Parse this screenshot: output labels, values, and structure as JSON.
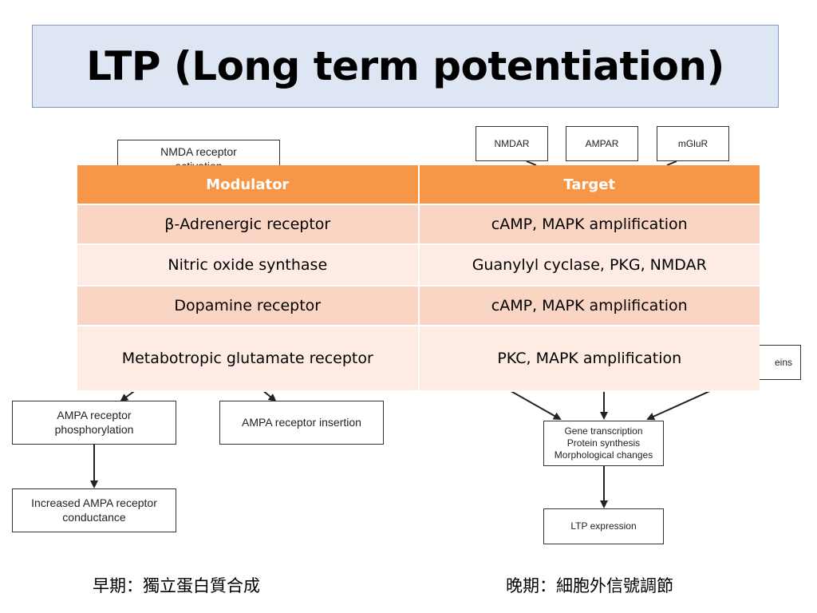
{
  "title": "LTP (Long term potentiation)",
  "left_diagram": {
    "nmda_box": "NMDA receptor\nactivation",
    "ampa_phos": "AMPA receptor\nphosphorylation",
    "ampa_insert": "AMPA receptor insertion",
    "ampa_cond": "Increased AMPA receptor\nconductance"
  },
  "right_diagram": {
    "nmdar": "NMDAR",
    "ampar": "AMPAR",
    "mglur": "mGluR",
    "proteins_partial": "eins",
    "gene_box": "Gene transcription\nProtein synthesis\nMorphological changes",
    "ltp_expr": "LTP expression"
  },
  "table": {
    "headers": [
      "Modulator",
      "Target"
    ],
    "rows": [
      [
        "β-Adrenergic receptor",
        "cAMP, MAPK amplification"
      ],
      [
        "Nitric oxide synthase",
        "Guanylyl cyclase, PKG, NMDAR"
      ],
      [
        "Dopamine receptor",
        "cAMP, MAPK amplification"
      ],
      [
        "Metabotropic glutamate receptor",
        "PKC, MAPK amplification"
      ]
    ]
  },
  "captions": {
    "early": "早期：獨立蛋白質合成",
    "late": "晚期：細胞外信號調節"
  }
}
